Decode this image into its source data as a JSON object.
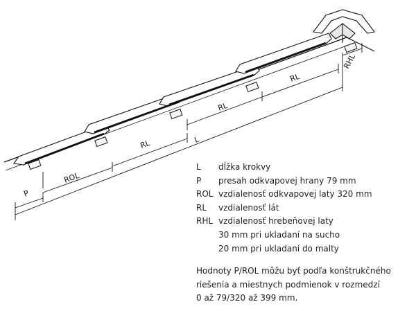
{
  "diagram_labels": {
    "p": "P",
    "rol": "ROL",
    "rl": "RL",
    "l": "L",
    "rhl": "RHL"
  },
  "legend": [
    {
      "abbr": "L",
      "desc": "dĺžka krokvy"
    },
    {
      "abbr": "P",
      "desc": "presah odkvapovej hrany 79 mm"
    },
    {
      "abbr": "ROL",
      "desc": "vzdialenosť odkvapovej laty 320 mm"
    },
    {
      "abbr": "RL",
      "desc": "vzdialenosť lát"
    },
    {
      "abbr": "RHL",
      "desc": "vzdialenosť hrebeňovej laty"
    },
    {
      "abbr": "",
      "desc": "30 mm pri ukladaní na sucho"
    },
    {
      "abbr": "",
      "desc": "20 mm pri ukladaní do malty"
    }
  ],
  "note": [
    "Hodnoty P/ROL môžu byť podľa konštrukčného",
    "riešenia a miestnych podmienok v rozmedzí",
    "0 až 79/320 až 399 mm."
  ]
}
